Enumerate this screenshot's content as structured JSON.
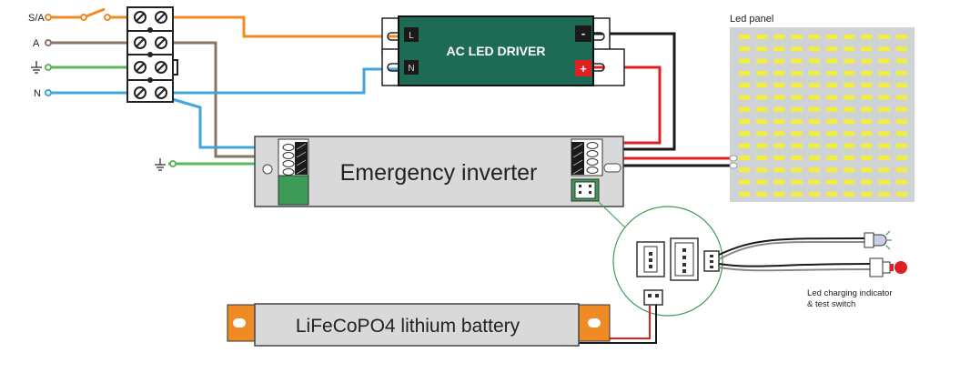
{
  "terminals": {
    "sa": "S/A",
    "a": "A",
    "n": "N"
  },
  "driver": {
    "title": "AC LED DRIVER",
    "l_label": "L",
    "n_label": "N",
    "minus_label": "-",
    "plus_label": "+"
  },
  "inverter": {
    "title": "Emergency inverter"
  },
  "panel": {
    "title": "Led panel"
  },
  "battery": {
    "title": "LiFeCoPO4 lithium battery"
  },
  "indicator": {
    "line1": "Led charging indicator",
    "line2": "& test switch"
  },
  "colors": {
    "orange": "#f08a24",
    "brown": "#8a7468",
    "green": "#5cb85c",
    "blue": "#3fa7dc",
    "black": "#1a1a1a",
    "red": "#e02020",
    "driver_body": "#1e6b55",
    "panel_bg": "#cfd3d6",
    "panel_led": "#f2ef3a",
    "inverter_body": "#d9d9d9"
  }
}
